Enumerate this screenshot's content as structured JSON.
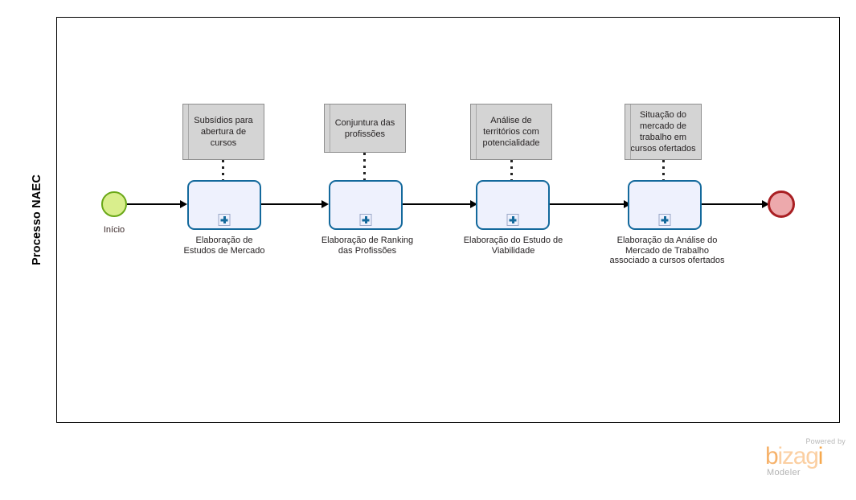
{
  "diagram": {
    "type": "bpmn-process-diagram",
    "pool": {
      "lane_label": "Processo NAEC"
    },
    "events": [
      {
        "id": "start",
        "kind": "start-event",
        "label": "Início",
        "fill": "#d9ee8c",
        "stroke": "#6aa818"
      },
      {
        "id": "end",
        "kind": "end-event",
        "label": "",
        "fill": "#eda9ac",
        "stroke": "#a91f23"
      }
    ],
    "tasks": [
      {
        "id": "task1",
        "label": "Elaboração de\nEstudos de Mercado",
        "marker": "sub-process-plus"
      },
      {
        "id": "task2",
        "label": "Elaboração de Ranking\ndas Profissões",
        "marker": "sub-process-plus"
      },
      {
        "id": "task3",
        "label": "Elaboração do Estudo de\nViabilidade",
        "marker": "sub-process-plus"
      },
      {
        "id": "task4",
        "label": "Elaboração da Análise do\nMercado de Trabalho\nassociado a cursos ofertados",
        "marker": "sub-process-plus"
      }
    ],
    "annotations": [
      {
        "id": "annot1",
        "text": "Subsídios para\nabertura de\ncursos",
        "attached_to": "task1"
      },
      {
        "id": "annot2",
        "text": "Conjuntura das\nprofissões",
        "attached_to": "task2"
      },
      {
        "id": "annot3",
        "text": "Análise de\nterritórios com\npotencialidade",
        "attached_to": "task3"
      },
      {
        "id": "annot4",
        "text": "Situação do\nmercado de\ntrabalho em\ncursos ofertados",
        "attached_to": "task4"
      }
    ],
    "colors": {
      "task_stroke": "#13699c",
      "task_fill": "#eef1fd",
      "annotation_fill": "#d4d4d4",
      "annotation_stroke": "#8e8e8e",
      "flow_stroke": "#000000"
    }
  },
  "branding": {
    "powered_by": "Powered by",
    "logo_part_b": "b",
    "logo_part_iza": "iza",
    "logo_part_g": "g",
    "logo_part_i": "i",
    "product": "Modeler"
  }
}
